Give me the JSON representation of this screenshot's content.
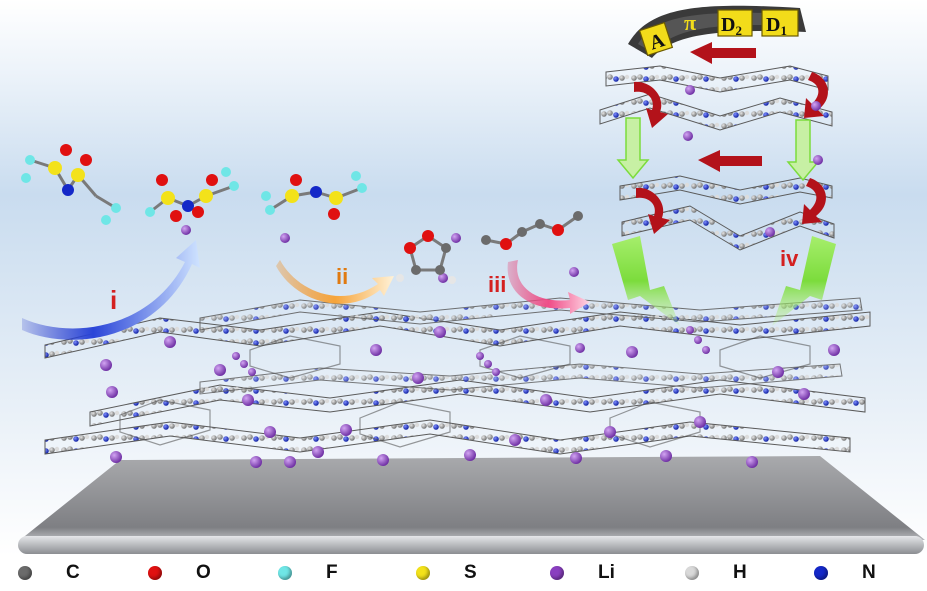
{
  "steps": {
    "i": "i",
    "ii": "ii",
    "iii": "iii",
    "iv": "iv"
  },
  "banner": {
    "labels": [
      "A",
      "π",
      "D",
      "D"
    ],
    "subscripts": [
      "",
      "",
      "2",
      "1"
    ]
  },
  "legend": [
    {
      "label": "C",
      "color": "#6b6b6b"
    },
    {
      "label": "O",
      "color": "#e01010"
    },
    {
      "label": "F",
      "color": "#6fe6e6"
    },
    {
      "label": "S",
      "color": "#f3e21a"
    },
    {
      "label": "Li",
      "color": "#8a3fc0"
    },
    {
      "label": "H",
      "color": "#d9d9d9"
    },
    {
      "label": "N",
      "color": "#1428c8"
    }
  ],
  "colors": {
    "background_top": "#c9dcef",
    "background_bottom": "#ffffff",
    "substrate": "#8f9093",
    "step_label": "#d42020",
    "arrow_i": "#2a45d8",
    "arrow_ii": "#f08a1a",
    "arrow_iii": "#e83a70",
    "arrow_iv_green": "#7cdc3c",
    "arrow_red": "#b3121a",
    "banner_yellow": "#f2dc1a"
  }
}
